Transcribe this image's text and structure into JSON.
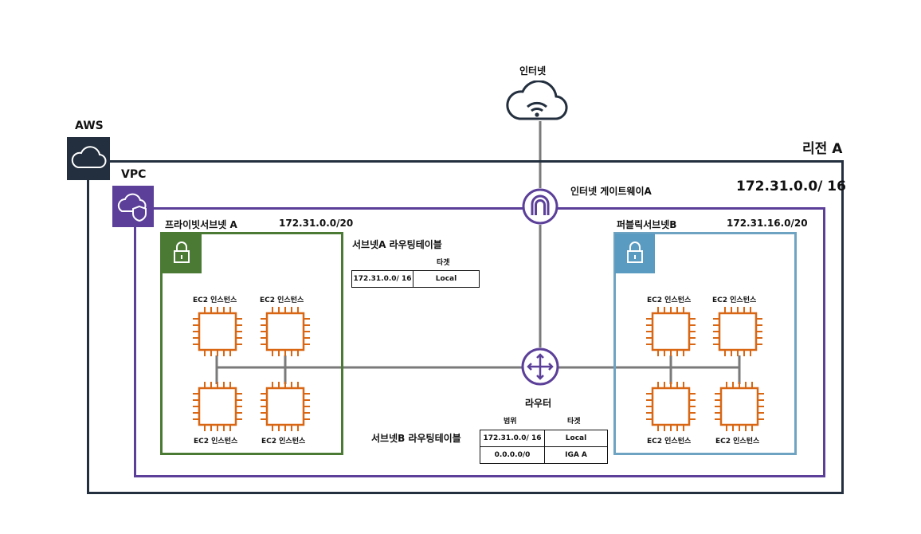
{
  "labels": {
    "internet": "인터넷",
    "aws": "AWS",
    "region": "리전 A",
    "vpc": "VPC",
    "vpc_cidr": "172.31.0.0/ 16",
    "igw": "인터넷 게이트웨이A",
    "router": "라우터",
    "private_subnet": "프라이빗서브넷 A",
    "private_cidr": "172.31.0.0/20",
    "public_subnet": "퍼블릭서브넷B",
    "public_cidr": "172.31.16.0/20",
    "ec2": "EC2 인스턴스"
  },
  "route_table_a": {
    "title": "서브넷A 라우팅테이블",
    "col_target": "타겟",
    "rows": [
      {
        "range": "172.31.0.0/ 16",
        "target": "Local"
      }
    ]
  },
  "route_table_b": {
    "title": "서브넷B 라우팅테이블",
    "col_range": "범위",
    "col_target": "타겟",
    "rows": [
      {
        "range": "172.31.0.0/ 16",
        "target": "Local"
      },
      {
        "range": "0.0.0.0/0",
        "target": "IGA A"
      }
    ]
  },
  "colors": {
    "aws_dark": "#232f3e",
    "vpc_purple": "#5b3f99",
    "private_green": "#4a7a33",
    "public_blue": "#5a9bc1",
    "ec2_orange": "#d86613",
    "line_gray": "#7a7a7a"
  }
}
